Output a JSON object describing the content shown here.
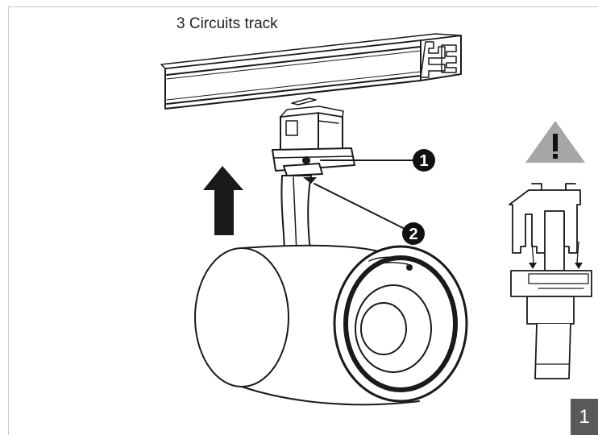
{
  "diagram": {
    "title": "3 Circuits track",
    "callouts": [
      {
        "number": "1"
      },
      {
        "number": "2"
      }
    ],
    "page_number": "1",
    "icons": [
      "up-arrow-icon",
      "warning-icon"
    ],
    "colors": {
      "line": "#1a1a1a",
      "fill": "#ffffff",
      "warning_triangle": "#a6a6a6",
      "badge": "#5a5a5a"
    }
  }
}
